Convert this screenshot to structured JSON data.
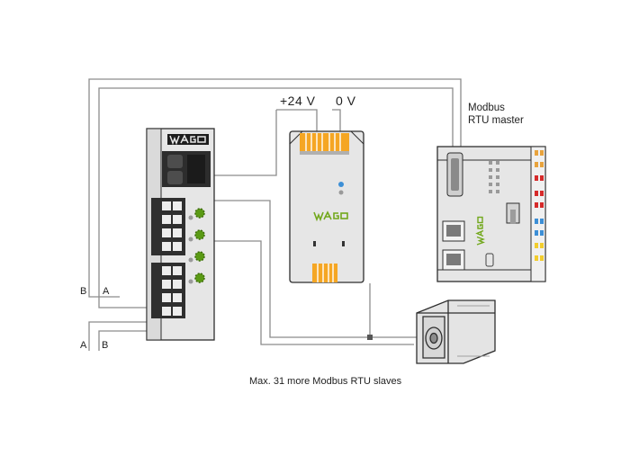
{
  "labels": {
    "supply_positive": "+24 V",
    "supply_zero": "0 V",
    "master_line1": "Modbus",
    "master_line2": "RTU master",
    "upper_bus_b": "B",
    "upper_bus_a": "A",
    "lower_bus_a": "A",
    "lower_bus_b": "B",
    "footer_note": "Max. 31 more Modbus RTU slaves"
  },
  "logos": {
    "controller_logo": "WAGO",
    "power_supply_logo": "WAGO",
    "master_logo": "WAGO"
  },
  "colors": {
    "wire": "#8c8c8c",
    "device_body": "#e6e6e6",
    "terminal": "#3a3a3a",
    "led_green": "#5a9a14",
    "wago_green": "#72a81c",
    "connector_orange": "#f5a623",
    "indicator_blue": "#3d8fd6"
  }
}
